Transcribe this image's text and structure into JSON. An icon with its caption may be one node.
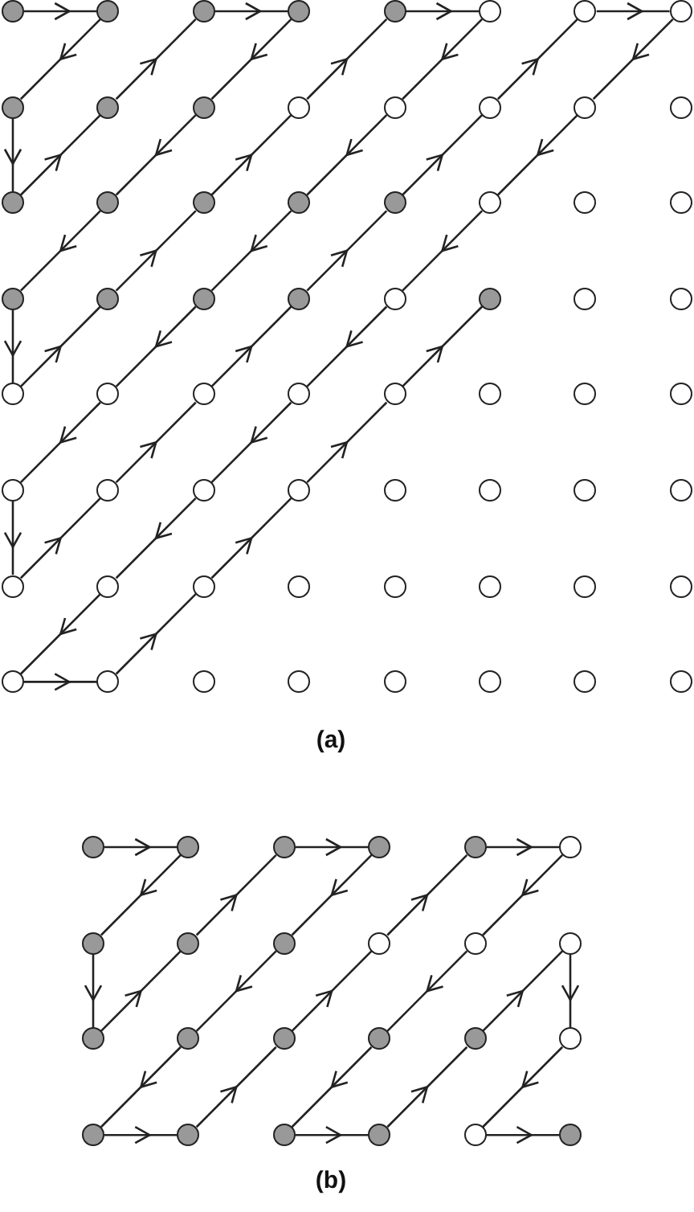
{
  "diagram": {
    "nodes": [
      {
        "text": [],
        "shape": "dot"
      },
      {
        "text": [],
        "shape": "dot"
      },
      {
        "text": [],
        "shape": "dot"
      },
      {
        "text": [],
        "shape": "dot"
      },
      {
        "text": [],
        "shape": "dot"
      },
      {
        "text": [],
        "shape": "circle"
      },
      {
        "text": [],
        "shape": "circle"
      },
      {
        "text": [],
        "shape": "circle"
      },
      {
        "text": [],
        "shape": "dot"
      },
      {
        "text": [],
        "shape": "dot"
      },
      {
        "text": [],
        "shape": "dot"
      },
      {
        "text": [],
        "shape": "circle"
      },
      {
        "text": [],
        "shape": "circle"
      },
      {
        "text": [],
        "shape": "circle"
      },
      {
        "text": [],
        "shape": "circle"
      },
      {
        "text": [],
        "shape": "circle"
      },
      {
        "text": [],
        "shape": "dot"
      },
      {
        "text": [],
        "shape": "dot"
      },
      {
        "text": [],
        "shape": "dot"
      },
      {
        "text": [],
        "shape": "dot"
      },
      {
        "text": [],
        "shape": "dot"
      },
      {
        "text": [],
        "shape": "circle"
      },
      {
        "text": [],
        "shape": "circle"
      },
      {
        "text": [],
        "shape": "circle"
      },
      {
        "text": [],
        "shape": "dot"
      },
      {
        "text": [],
        "shape": "dot"
      },
      {
        "text": [],
        "shape": "dot"
      },
      {
        "text": [],
        "shape": "dot"
      },
      {
        "text": [],
        "shape": "circle"
      },
      {
        "text": [],
        "shape": "dot"
      },
      {
        "text": [],
        "shape": "circle"
      },
      {
        "text": [],
        "shape": "circle"
      },
      {
        "text": [],
        "shape": "circle"
      },
      {
        "text": [],
        "shape": "circle"
      },
      {
        "text": [],
        "shape": "circle"
      },
      {
        "text": [],
        "shape": "circle"
      },
      {
        "text": [],
        "shape": "circle"
      },
      {
        "text": [],
        "shape": "circle"
      },
      {
        "text": [],
        "shape": "circle"
      },
      {
        "text": [],
        "shape": "circle"
      },
      {
        "text": [],
        "shape": "circle"
      },
      {
        "text": [],
        "shape": "circle"
      },
      {
        "text": [],
        "shape": "circle"
      },
      {
        "text": [],
        "shape": "circle"
      },
      {
        "text": [],
        "shape": "circle"
      },
      {
        "text": [],
        "shape": "circle"
      },
      {
        "text": [],
        "shape": "circle"
      },
      {
        "text": [],
        "shape": "circle"
      },
      {
        "text": [],
        "shape": "circle"
      },
      {
        "text": [],
        "shape": "circle"
      },
      {
        "text": [],
        "shape": "circle"
      },
      {
        "text": [],
        "shape": "circle"
      },
      {
        "text": [],
        "shape": "circle"
      },
      {
        "text": [],
        "shape": "circle"
      },
      {
        "text": [],
        "shape": "circle"
      },
      {
        "text": [],
        "shape": "circle"
      },
      {
        "text": [],
        "shape": "circle"
      },
      {
        "text": [],
        "shape": "circle"
      },
      {
        "text": [],
        "shape": "circle"
      },
      {
        "text": [],
        "shape": "circle"
      },
      {
        "text": [],
        "shape": "circle"
      },
      {
        "text": [],
        "shape": "circle"
      },
      {
        "text": [],
        "shape": "circle"
      },
      {
        "text": [],
        "shape": "circle"
      },
      {
        "text": [],
        "shape": "dot"
      },
      {
        "text": [],
        "shape": "dot"
      },
      {
        "text": [],
        "shape": "dot"
      },
      {
        "text": [],
        "shape": "dot"
      },
      {
        "text": [],
        "shape": "dot"
      },
      {
        "text": [],
        "shape": "circle"
      },
      {
        "text": [],
        "shape": "dot"
      },
      {
        "text": [],
        "shape": "dot"
      },
      {
        "text": [],
        "shape": "dot"
      },
      {
        "text": [],
        "shape": "circle"
      },
      {
        "text": [],
        "shape": "circle"
      },
      {
        "text": [],
        "shape": "circle"
      },
      {
        "text": [],
        "shape": "dot"
      },
      {
        "text": [],
        "shape": "dot"
      },
      {
        "text": [],
        "shape": "dot"
      },
      {
        "text": [],
        "shape": "dot"
      },
      {
        "text": [],
        "shape": "dot"
      },
      {
        "text": [],
        "shape": "circle"
      },
      {
        "text": [],
        "shape": "dot"
      },
      {
        "text": [],
        "shape": "dot"
      },
      {
        "text": [],
        "shape": "dot"
      },
      {
        "text": [],
        "shape": "dot"
      },
      {
        "text": [],
        "shape": "circle"
      },
      {
        "text": [],
        "shape": "dot"
      }
    ],
    "edges": [
      {
        "from": 0,
        "to": 1,
        "arrow": "to"
      },
      {
        "from": 1,
        "to": 8,
        "arrow": "to"
      },
      {
        "from": 8,
        "to": 16,
        "arrow": "to"
      },
      {
        "from": 16,
        "to": 9,
        "arrow": "to"
      },
      {
        "from": 9,
        "to": 2,
        "arrow": "to"
      },
      {
        "from": 2,
        "to": 3,
        "arrow": "to"
      },
      {
        "from": 3,
        "to": 10,
        "arrow": "to"
      },
      {
        "from": 10,
        "to": 17,
        "arrow": "to"
      },
      {
        "from": 17,
        "to": 24,
        "arrow": "to"
      },
      {
        "from": 24,
        "to": 32,
        "arrow": "to"
      },
      {
        "from": 32,
        "to": 25,
        "arrow": "to"
      },
      {
        "from": 25,
        "to": 18,
        "arrow": "to"
      },
      {
        "from": 18,
        "to": 11,
        "arrow": "to"
      },
      {
        "from": 11,
        "to": 4,
        "arrow": "to"
      },
      {
        "from": 4,
        "to": 5,
        "arrow": "to"
      },
      {
        "from": 5,
        "to": 12,
        "arrow": "to"
      },
      {
        "from": 12,
        "to": 19,
        "arrow": "to"
      },
      {
        "from": 19,
        "to": 26,
        "arrow": "to"
      },
      {
        "from": 26,
        "to": 33,
        "arrow": "to"
      },
      {
        "from": 33,
        "to": 40,
        "arrow": "to"
      },
      {
        "from": 40,
        "to": 48,
        "arrow": "to"
      },
      {
        "from": 48,
        "to": 41,
        "arrow": "to"
      },
      {
        "from": 41,
        "to": 34,
        "arrow": "to"
      },
      {
        "from": 34,
        "to": 27,
        "arrow": "to"
      },
      {
        "from": 27,
        "to": 20,
        "arrow": "to"
      },
      {
        "from": 20,
        "to": 13,
        "arrow": "to"
      },
      {
        "from": 13,
        "to": 6,
        "arrow": "to"
      },
      {
        "from": 6,
        "to": 7,
        "arrow": "to"
      },
      {
        "from": 7,
        "to": 14,
        "arrow": "to"
      },
      {
        "from": 14,
        "to": 21,
        "arrow": "to"
      },
      {
        "from": 21,
        "to": 28,
        "arrow": "to"
      },
      {
        "from": 28,
        "to": 35,
        "arrow": "to"
      },
      {
        "from": 35,
        "to": 42,
        "arrow": "to"
      },
      {
        "from": 42,
        "to": 49,
        "arrow": "to"
      },
      {
        "from": 49,
        "to": 56,
        "arrow": "to"
      },
      {
        "from": 56,
        "to": 57,
        "arrow": "to"
      },
      {
        "from": 57,
        "to": 50,
        "arrow": "to"
      },
      {
        "from": 50,
        "to": 43,
        "arrow": "to"
      },
      {
        "from": 43,
        "to": 36,
        "arrow": "to"
      },
      {
        "from": 36,
        "to": 29,
        "arrow": "to"
      },
      {
        "from": 64,
        "to": 65,
        "arrow": "to"
      },
      {
        "from": 65,
        "to": 70,
        "arrow": "to"
      },
      {
        "from": 70,
        "to": 76,
        "arrow": "to"
      },
      {
        "from": 76,
        "to": 71,
        "arrow": "to"
      },
      {
        "from": 71,
        "to": 66,
        "arrow": "to"
      },
      {
        "from": 66,
        "to": 67,
        "arrow": "to"
      },
      {
        "from": 67,
        "to": 72,
        "arrow": "to"
      },
      {
        "from": 72,
        "to": 77,
        "arrow": "to"
      },
      {
        "from": 77,
        "to": 82,
        "arrow": "to"
      },
      {
        "from": 82,
        "to": 83,
        "arrow": "to"
      },
      {
        "from": 83,
        "to": 78,
        "arrow": "to"
      },
      {
        "from": 78,
        "to": 73,
        "arrow": "to"
      },
      {
        "from": 73,
        "to": 68,
        "arrow": "to"
      },
      {
        "from": 68,
        "to": 69,
        "arrow": "to"
      },
      {
        "from": 69,
        "to": 74,
        "arrow": "to"
      },
      {
        "from": 74,
        "to": 79,
        "arrow": "to"
      },
      {
        "from": 79,
        "to": 84,
        "arrow": "to"
      },
      {
        "from": 84,
        "to": 85,
        "arrow": "to"
      },
      {
        "from": 85,
        "to": 80,
        "arrow": "to"
      },
      {
        "from": 80,
        "to": 75,
        "arrow": "to"
      },
      {
        "from": 75,
        "to": 81,
        "arrow": "to"
      },
      {
        "from": 81,
        "to": 86,
        "arrow": "to"
      },
      {
        "from": 86,
        "to": 87,
        "arrow": "to"
      }
    ],
    "labels": [
      "(a)",
      "(b)"
    ]
  }
}
